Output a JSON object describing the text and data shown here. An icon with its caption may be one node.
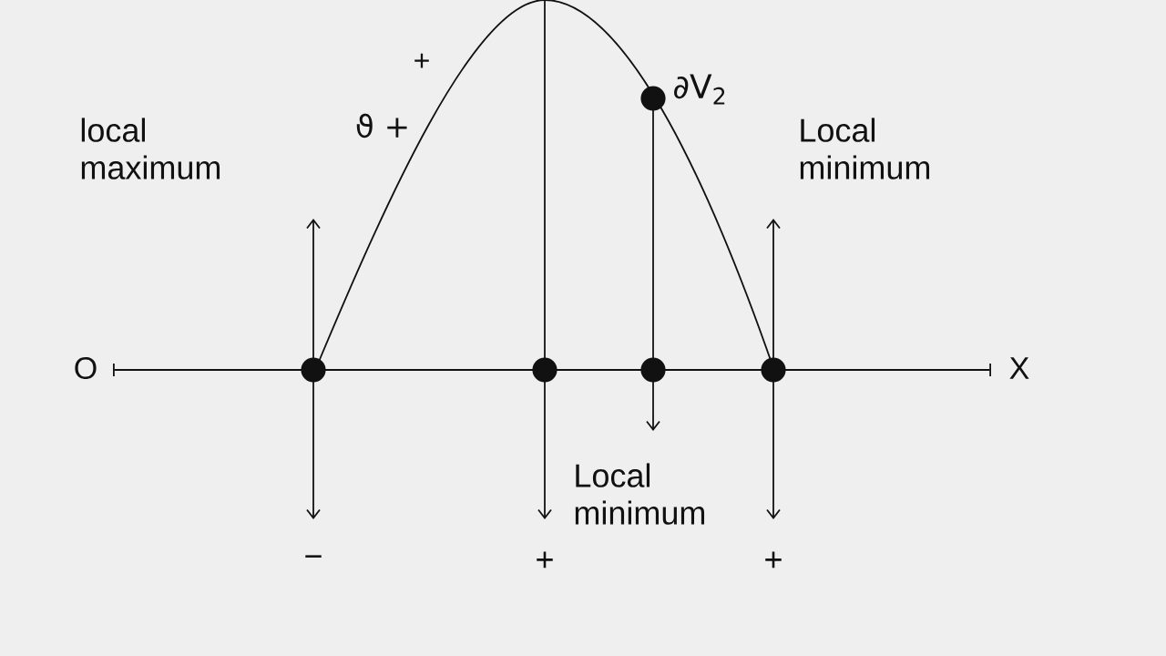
{
  "diagram": {
    "labels": [
      "+",
      "∂V$_{2}$",
      "ϑ +",
      "local maximum",
      "Local minimum",
      "O",
      "X",
      "Local minimum",
      "−",
      "+",
      "+"
    ]
  }
}
